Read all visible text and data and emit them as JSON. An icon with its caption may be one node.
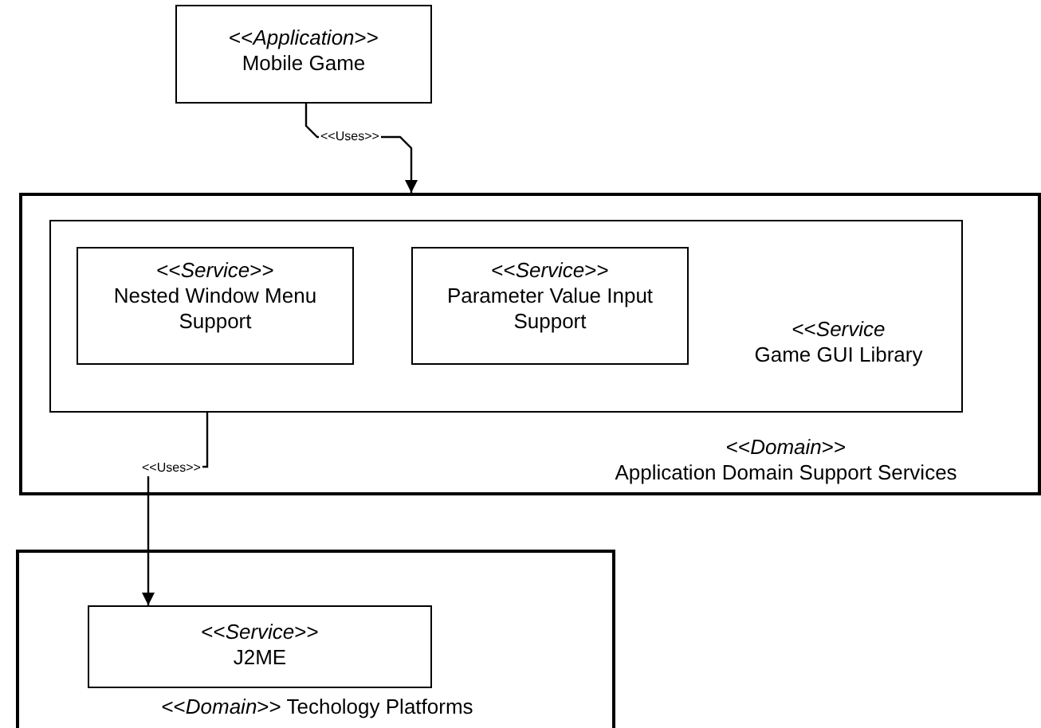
{
  "diagram": {
    "nodes": [
      {
        "text": [
          "<<*Application*>>",
          "Mobile Game"
        ]
      },
      {
        "text": [
          "<<*Domain*>>",
          "Application Domain Support Services"
        ]
      },
      {
        "text": [
          "<<*Service*",
          "Game GUI Library"
        ],
        "in": 1
      },
      {
        "text": [
          "<<*Service*>>",
          "Nested Window Menu Support"
        ],
        "in": 2
      },
      {
        "text": [
          "<<*Service*>>",
          "Parameter Value Input Support"
        ],
        "in": 2
      },
      {
        "text": [
          "<<*Domain*>> Techology Platforms"
        ]
      },
      {
        "text": [
          "<<*Service*>>",
          "J2ME"
        ],
        "in": 5
      }
    ],
    "edges": [
      {
        "from": 0,
        "to": 1,
        "arrow": "to",
        "label": "<<Uses>>"
      },
      {
        "from": 2,
        "to": 6,
        "arrow": "to",
        "label": "<<Uses>>"
      }
    ]
  }
}
